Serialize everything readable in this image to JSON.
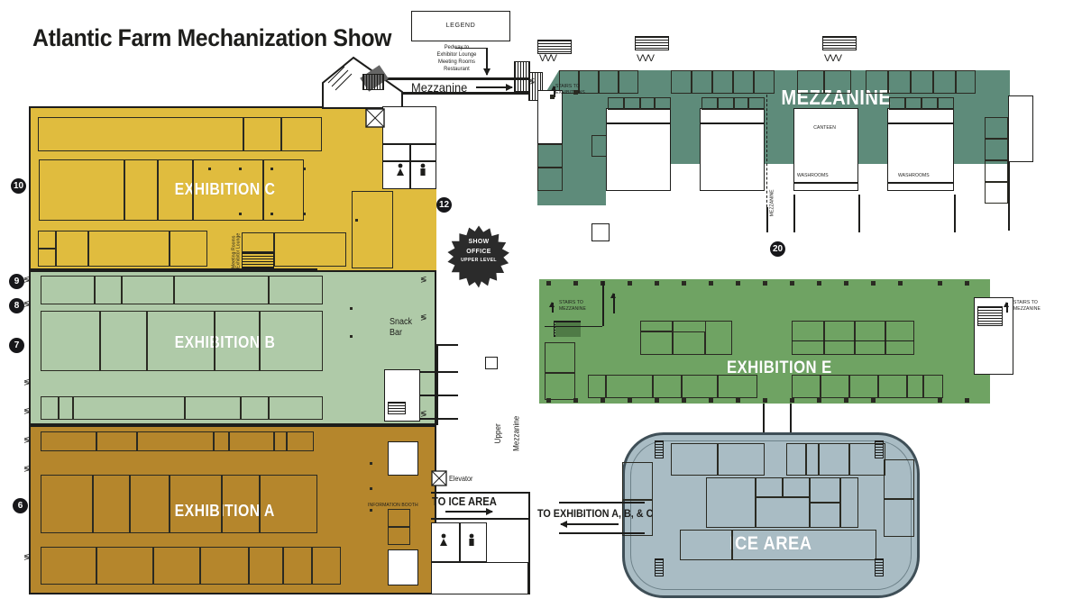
{
  "page": {
    "title": "Atlantic Farm Mechanization Show"
  },
  "legend": {
    "label": "LEGEND"
  },
  "left_plan": {
    "pedway_note": "Pedway to\nExhibitor Lounge\nMeeting Rooms\nRestaurant",
    "pedway_lines": [
      "Pedway to",
      "Exhibitor Lounge",
      "Meeting Rooms",
      "Restaurant"
    ],
    "mezzanine_corridor_label": "Mezzanine",
    "halls": [
      {
        "id": "c",
        "name": "EXHIBITION C",
        "color": "#E0BC3E"
      },
      {
        "id": "b",
        "name": "EXHIBITION B",
        "color": "#AFCAA8"
      },
      {
        "id": "a",
        "name": "EXHIBITION A",
        "color": "#B5862C"
      }
    ],
    "show_office": {
      "line1": "SHOW",
      "line2": "OFFICE",
      "line3": "UPPER LEVEL"
    },
    "snack_bar": {
      "line1": "Snack",
      "line2": "Bar"
    },
    "elevator_label": "Elevator",
    "to_ice_area_label": "TO ICE AREA",
    "information_booth_label": "INFORMATION BOOTH",
    "upper_mezzanine_label": "Upper\nMezzanine",
    "upper_mezzanine_lines": [
      "Upper",
      "Mezzanine"
    ],
    "stair_note_exhibitor": "Meeting Rooms\nExhibitor Lounge",
    "stair_note_lines": [
      "Meeting Rooms",
      "Exhibitor Lounge"
    ],
    "door_markers": [
      "10",
      "12",
      "9",
      "8",
      "7",
      "6"
    ]
  },
  "right_plan": {
    "mezzanine": {
      "name": "MEZZANINE",
      "color": "#5E8B7A",
      "canteen_label": "CANTEEN",
      "washrooms_label_left": "WASHROOMS",
      "washrooms_label_right": "WASHROOMS",
      "stairs_to_exhibitions_label": "STAIRS TO\nEXHIBITIONS",
      "stairs_to_exhibitions_lines": [
        "STAIRS TO",
        "EXHIBITIONS"
      ],
      "pillar_label": "MEZZANINE"
    },
    "exhibition_e": {
      "name": "EXHIBITION E",
      "color": "#6FA363",
      "stairs_left_label_lines": [
        "STAIRS TO",
        "MEZZANINE"
      ],
      "stairs_right_label_lines": [
        "STAIRS TO",
        "MEZZANINE"
      ]
    },
    "ice_area": {
      "name": "ICE AREA",
      "color": "#A9BCC4",
      "to_exhibition_label": "TO EXHIBITION A, B, & C"
    },
    "door_markers": [
      "20"
    ]
  },
  "colors": {
    "hall_c": "#E0BC3E",
    "hall_b": "#AFCAA8",
    "hall_a": "#B5862C",
    "mezzanine": "#5E8B7A",
    "exhibition_e": "#6FA363",
    "ice_area": "#A9BCC4",
    "outline": "#1d1d1b"
  }
}
